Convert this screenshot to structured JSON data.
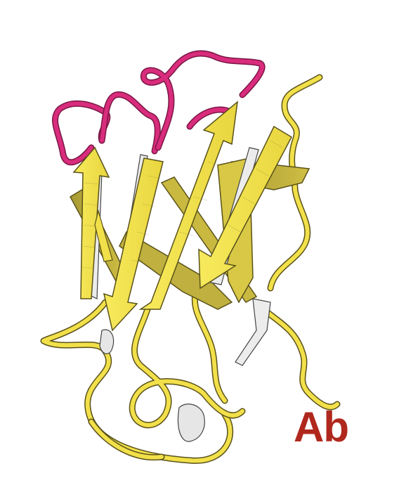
{
  "figure": {
    "label": "Ab",
    "colors": {
      "strand": "#f2e04a",
      "strand_shadow": "#b5a73a",
      "strand_edge": "#7a7020",
      "cdr_loop": "#d92c7c",
      "cdr_loop_dark": "#9c1f5a",
      "coil": "#f2e04a",
      "coil_edge": "#5a521a",
      "strand_side": "#e8e8e8",
      "label": "#b0281d"
    },
    "depicted_elements": [
      "antibody-domain",
      "beta-strand-arrows",
      "cdr-loops",
      "coil-loops"
    ]
  }
}
